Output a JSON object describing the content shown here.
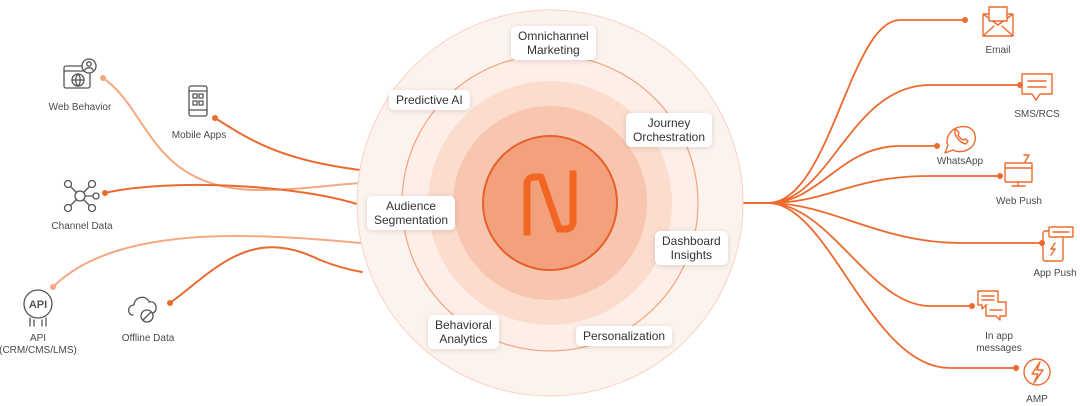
{
  "hub": {
    "logo_name": "brand-logo",
    "colors": {
      "accent": "#f26522",
      "line_dark": "#ec6a2e",
      "line_light": "#f6a883",
      "ring_outer": "#fdeee7",
      "ring_mid": "#fbd8c7",
      "ring_inner": "#f7b79b",
      "core": "#f29d78"
    }
  },
  "features": {
    "omnichannel": [
      "Omnichannel",
      "Marketing"
    ],
    "predictive": [
      "Predictive AI"
    ],
    "journey": [
      "Journey",
      "Orchestration"
    ],
    "audience": [
      "Audience",
      "Segmentation"
    ],
    "dashboard": [
      "Dashboard",
      "Insights"
    ],
    "behavioral": [
      "Behavioral",
      "Analytics"
    ],
    "personalization": [
      "Personalization"
    ]
  },
  "sources": {
    "web_behavior": {
      "label": "Web Behavior",
      "icon": "web-behavior-icon"
    },
    "mobile_apps": {
      "label": "Mobile Apps",
      "icon": "mobile-apps-icon"
    },
    "channel_data": {
      "label": "Channel Data",
      "icon": "channel-data-icon"
    },
    "api": {
      "label": "API",
      "label2": "(CRM/CMS/LMS)",
      "icon": "api-icon"
    },
    "offline_data": {
      "label": "Offline Data",
      "icon": "offline-data-icon"
    }
  },
  "channels": {
    "email": {
      "label": "Email",
      "icon": "email-icon"
    },
    "sms": {
      "label": "SMS/RCS",
      "icon": "sms-icon"
    },
    "whatsapp": {
      "label": "WhatsApp",
      "icon": "whatsapp-icon"
    },
    "web_push": {
      "label": "Web Push",
      "icon": "web-push-icon"
    },
    "app_push": {
      "label": "App Push",
      "icon": "app-push-icon"
    },
    "in_app": {
      "label": "In app",
      "label2": "messages",
      "icon": "in-app-messages-icon"
    },
    "amp": {
      "label": "AMP",
      "icon": "amp-icon"
    }
  }
}
